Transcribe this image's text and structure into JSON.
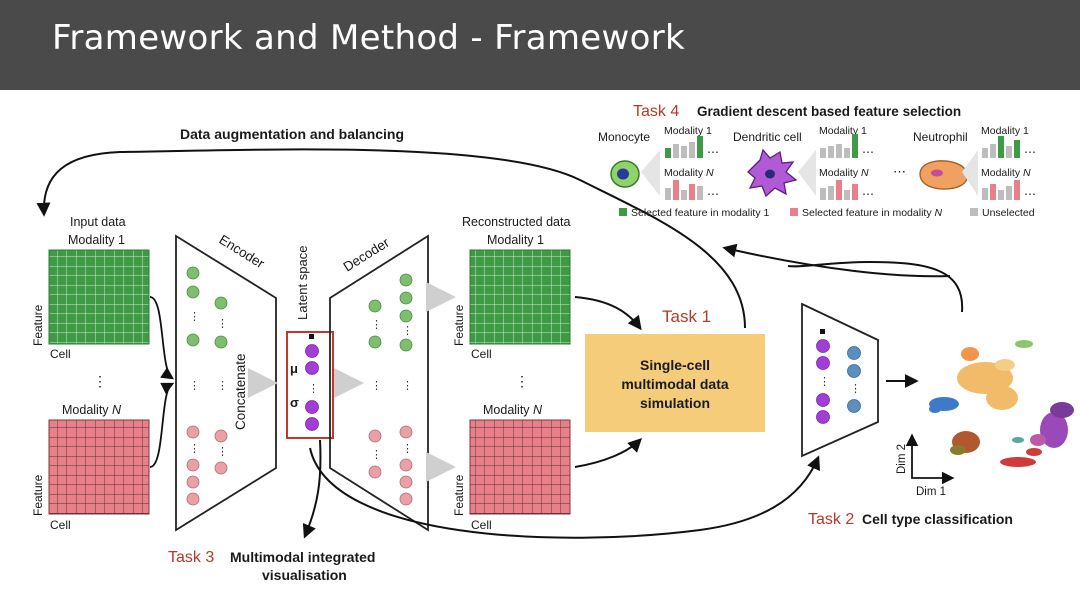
{
  "slide_title": "Framework and Method - Framework",
  "colors": {
    "title_bar": "#4a4a4a",
    "green_cell": "#3e9a45",
    "pink_cell": "#e8808a",
    "purple_node": "#a23ed6",
    "blue_node": "#5a8fbf",
    "task_red": "#b23a2a",
    "simulation_box": "#f5cd7a",
    "grey_bar": "#bdbdbd"
  },
  "labels": {
    "data_augmentation": "Data augmentation and balancing",
    "input_data": "Input data",
    "modality_1": "Modality 1",
    "modality_n_prefix": "Modality ",
    "modality_n_letter": "N",
    "feature": "Feature",
    "cell": "Cell",
    "encoder": "Encoder",
    "concatenate": "Concatenate",
    "latent_space": "Latent space",
    "mu": "μ",
    "sigma": "σ",
    "decoder": "Decoder",
    "reconstructed_data": "Reconstructed data",
    "ellipsis": "⋮",
    "dots_h": "⋯",
    "dim1": "Dim 1",
    "dim2": "Dim 2"
  },
  "tasks": {
    "task1": {
      "tag": "Task 1",
      "box_lines": [
        "Single-cell",
        "multimodal data",
        "simulation"
      ]
    },
    "task2": {
      "tag": "Task 2",
      "text": "Cell type classification"
    },
    "task3": {
      "tag": "Task 3",
      "lines": [
        "Multimodal integrated",
        "visualisation"
      ]
    },
    "task4": {
      "tag": "Task 4",
      "text": "Gradient descent based feature selection"
    }
  },
  "feature_selection": {
    "cells": [
      {
        "name": "Monocyte",
        "icon": "monocyte-icon"
      },
      {
        "name": "Dendritic cell",
        "icon": "dendritic-cell-icon"
      },
      {
        "name": "Neutrophil",
        "icon": "neutrophil-icon"
      }
    ],
    "legend": {
      "selected_m1": "Selected feature in modality 1",
      "selected_mn_prefix": "Selected feature in modality ",
      "selected_mn_letter": "N",
      "unselected": "Unselected"
    }
  }
}
